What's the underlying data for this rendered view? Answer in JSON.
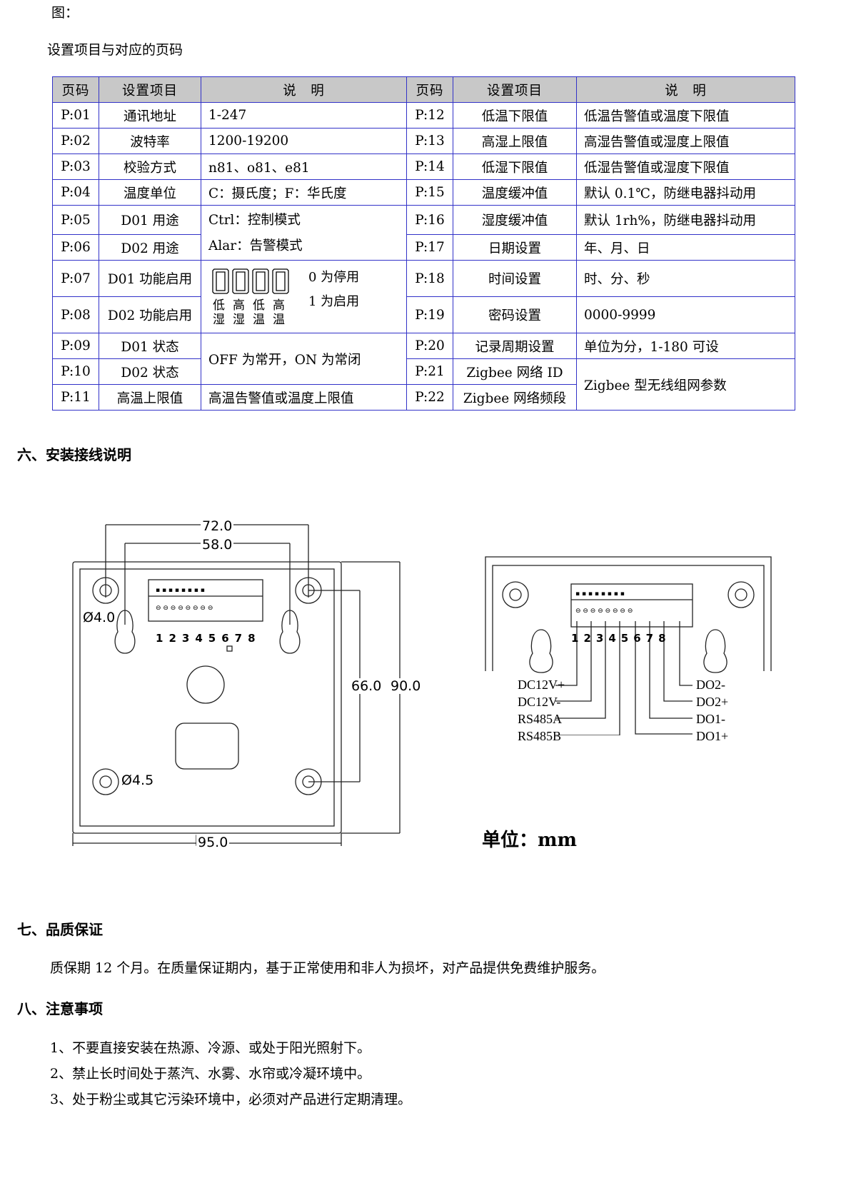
{
  "fig_label": "图：",
  "table_caption": "设置项目与对应的页码",
  "table": {
    "headers": [
      "页码",
      "设置项目",
      "说　明",
      "页码",
      "设置项目",
      "说　明"
    ],
    "left_rows": [
      {
        "code": "P:01",
        "item": "通讯地址",
        "desc": "1-247"
      },
      {
        "code": "P:02",
        "item": "波特率",
        "desc": "1200-19200"
      },
      {
        "code": "P:03",
        "item": "校验方式",
        "desc": "n81、o81、e81"
      },
      {
        "code": "P:04",
        "item": "温度单位",
        "desc": "C：摄氏度；F：华氏度"
      },
      {
        "code": "P:05",
        "item": "D01 用途",
        "desc": "Ctrl：控制模式"
      },
      {
        "code": "P:06",
        "item": "D02 用途",
        "desc": "Alar：告警模式"
      },
      {
        "code": "P:07",
        "item": "D01 功能启用"
      },
      {
        "code": "P:08",
        "item": "D02 功能启用"
      },
      {
        "code": "P:09",
        "item": "D01 状态",
        "desc": "OFF 为常开，ON 为常闭"
      },
      {
        "code": "P:10",
        "item": "D02 状态"
      },
      {
        "code": "P:11",
        "item": "高温上限值",
        "desc": "高温告警值或温度上限值"
      }
    ],
    "right_rows": [
      {
        "code": "P:12",
        "item": "低温下限值",
        "desc": "低温告警值或温度下限值"
      },
      {
        "code": "P:13",
        "item": "高湿上限值",
        "desc": "高湿告警值或湿度上限值"
      },
      {
        "code": "P:14",
        "item": "低湿下限值",
        "desc": "低湿告警值或湿度下限值"
      },
      {
        "code": "P:15",
        "item": "温度缓冲值",
        "desc": "默认 0.1℃，防继电器抖动用"
      },
      {
        "code": "P:16",
        "item": "湿度缓冲值",
        "desc": "默认 1rh%，防继电器抖动用"
      },
      {
        "code": "P:17",
        "item": "日期设置",
        "desc": "年、月、日"
      },
      {
        "code": "P:18",
        "item": "时间设置",
        "desc": "时、分、秒"
      },
      {
        "code": "P:19",
        "item": "密码设置",
        "desc": "0000-9999"
      },
      {
        "code": "P:20",
        "item": "记录周期设置",
        "desc": "单位为分，1-180 可设"
      },
      {
        "code": "P:21",
        "item": "Zigbee 网络 ID",
        "desc": "Zigbee 型无线组网参数"
      },
      {
        "code": "P:22",
        "item": "Zigbee 网络频段"
      }
    ],
    "enable_cell": {
      "lcd_digits": "0000",
      "labels_top": [
        "低",
        "高",
        "低",
        "高"
      ],
      "labels_bottom": [
        "湿",
        "湿",
        "温",
        "温"
      ],
      "option_0": "0 为停用",
      "option_1": "1 为启用"
    }
  },
  "section6": {
    "title": "六、安装接线说明",
    "dims": {
      "w72": "72.0",
      "w58": "58.0",
      "d40": "Ø4.0",
      "d45": "Ø4.5",
      "h66": "66.0",
      "h90": "90.0",
      "w95": "95.0"
    },
    "terminal_numbers": [
      "1",
      "2",
      "3",
      "4",
      "5",
      "6",
      "7",
      "8"
    ],
    "wiring_left": [
      "DC12V+",
      "DC12V-",
      "RS485A",
      "RS485B"
    ],
    "wiring_right": [
      "DO2-",
      "DO2+",
      "DO1-",
      "DO1+"
    ],
    "unit": "单位：mm"
  },
  "section7": {
    "title": "七、品质保证",
    "text": "质保期 12 个月。在质量保证期内，基于正常使用和非人为损坏，对产品提供免费维护服务。"
  },
  "section8": {
    "title": "八、注意事项",
    "items": [
      "1、不要直接安装在热源、冷源、或处于阳光照射下。",
      "2、禁止长时间处于蒸汽、水雾、水帘或冷凝环境中。",
      "3、处于粉尘或其它污染环境中，必须对产品进行定期清理。"
    ]
  }
}
